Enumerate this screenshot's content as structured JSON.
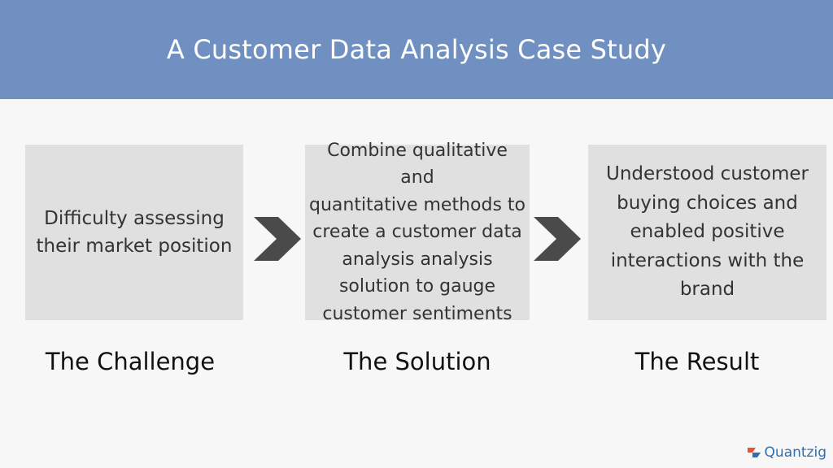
{
  "header": {
    "title": "A Customer Data Analysis Case Study"
  },
  "steps": [
    {
      "description": "Difficulty assessing\ntheir market position",
      "label": "The Challenge"
    },
    {
      "description": "Combine qualitative and\nquantitative methods to\ncreate a customer data\nanalysis analysis\nsolution to gauge\ncustomer sentiments",
      "label": "The Solution"
    },
    {
      "description": "Understood customer\nbuying choices and\nenabled positive\ninteractions with the\nbrand",
      "label": "The Result"
    }
  ],
  "logo": {
    "text": "Quantzig",
    "icon": "quantzig-logo-icon"
  },
  "colors": {
    "header_bg": "#7190c2",
    "box_bg": "#e0e0e0",
    "arrow": "#4a4a4a",
    "logo_text": "#2f6fae",
    "logo_accent": "#e5533d"
  }
}
